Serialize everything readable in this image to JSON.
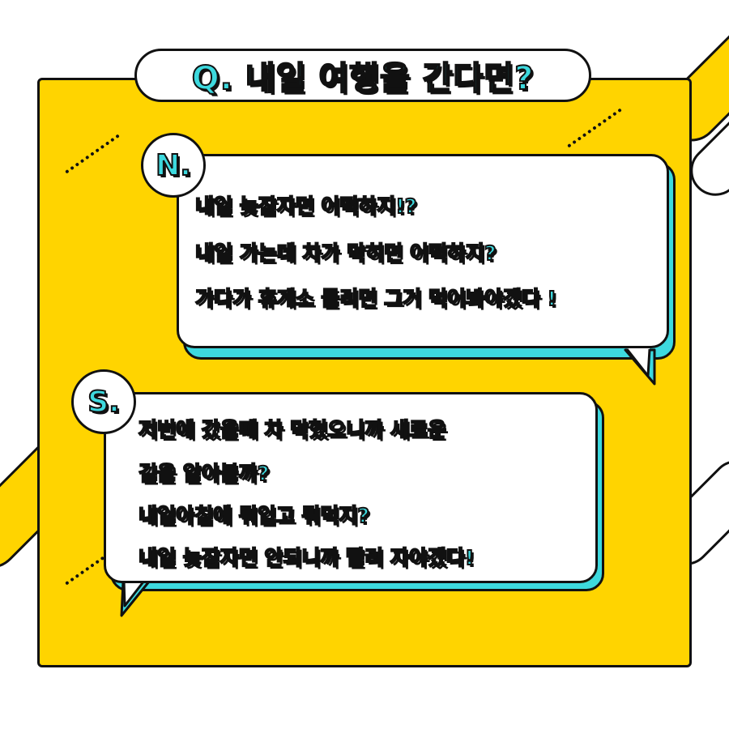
{
  "title": "Q. 내일 여행을 간다면?",
  "bubble_n": {
    "badge": "N.",
    "lines": [
      "내일 늦잠자면 어떡하지!?",
      "내일 가는데 차가 막히면 어떡하지?",
      "가다가 휴게소 들리면 그거 먹어봐야겠다 !"
    ]
  },
  "bubble_s": {
    "badge": "S.",
    "lines": [
      "저번에 갔을때 차 막혔으니까 새로운",
      "길을 알아볼까?",
      "내일아침에 뭐입고 뭐먹지?",
      "내일 늦잠자면 안되니까 빨리 자야겠다!"
    ]
  },
  "colors": {
    "yellow": "#ffd400",
    "cyan": "#3dd9de",
    "outline": "#111111",
    "background": "#ffffff"
  }
}
